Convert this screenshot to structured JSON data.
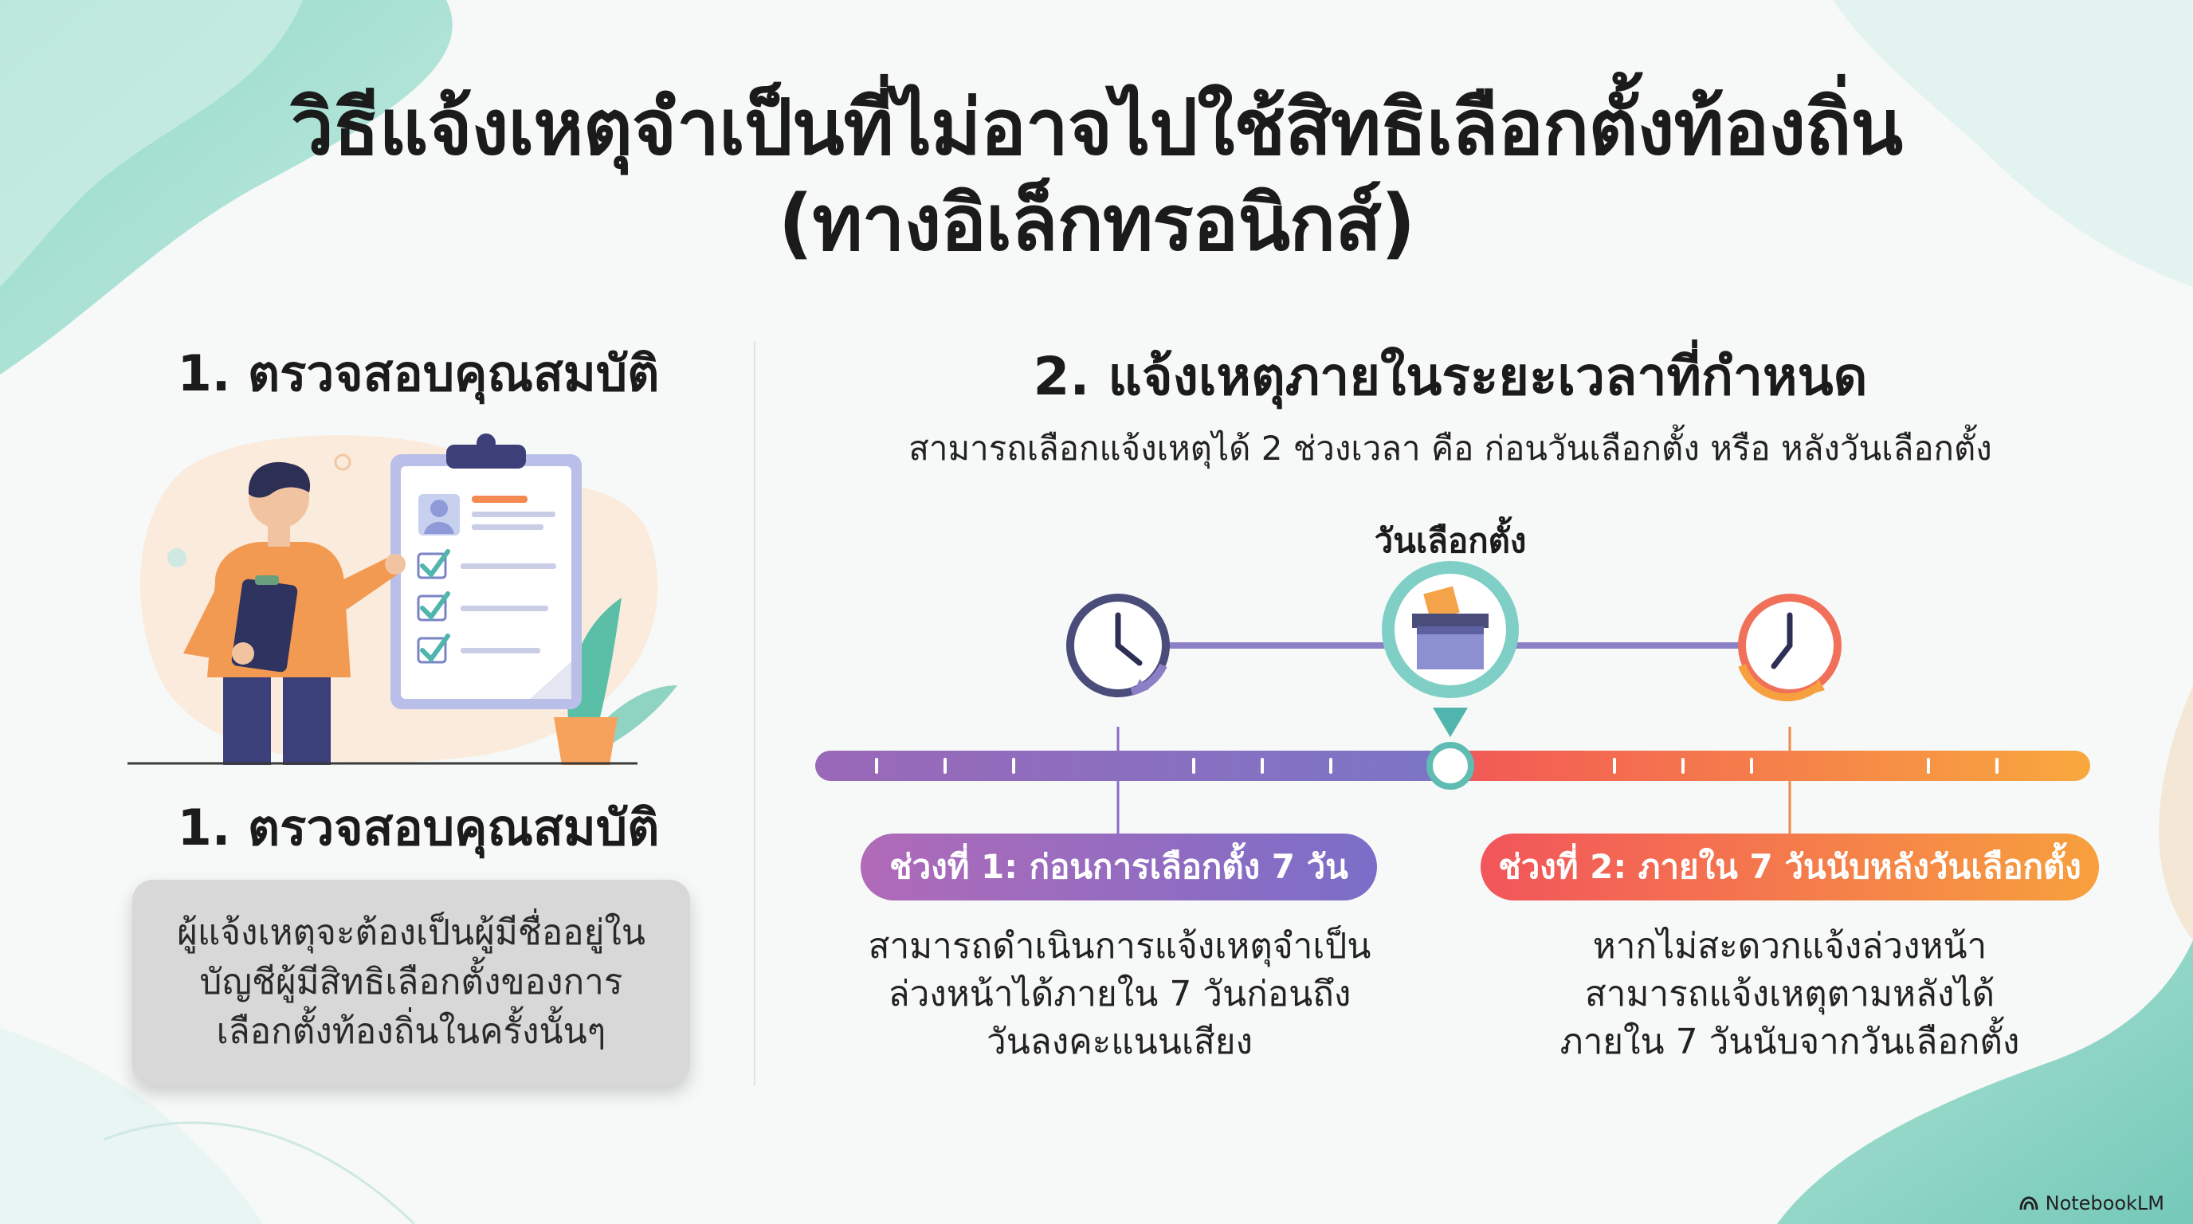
{
  "title": {
    "line1": "วิธีแจ้งเหตุจำเป็นที่ไม่อาจไปใช้สิทธิเลือกตั้งท้องถิ่น",
    "line2": "(ทางอิเล็กทรอนิกส์)"
  },
  "left": {
    "heading_top": "1. ตรวจสอบคุณสมบัติ",
    "heading_bottom": "1. ตรวจสอบคุณสมบัติ",
    "info_lines": [
      "ผู้แจ้งเหตุจะต้องเป็นผู้มีชื่ออยู่ใน",
      "บัญชีผู้มีสิทธิเลือกตั้งของการ",
      "เลือกตั้งท้องถิ่นในครั้งนั้นๆ"
    ]
  },
  "right": {
    "heading": "2. แจ้งเหตุภายในระยะเวลาที่กำหนด",
    "subtitle": "สามารถเลือกแจ้งเหตุได้ 2 ช่วงเวลา คือ ก่อนวันเลือกตั้ง หรือ หลังวันเลือกตั้ง",
    "election_day_label": "วันเลือกตั้ง",
    "period1": {
      "label": "ช่วงที่ 1: ก่อนการเลือกตั้ง 7 วัน",
      "desc_lines": [
        "สามารถดำเนินการแจ้งเหตุจำเป็น",
        "ล่วงหน้าได้ภายใน 7 วันก่อนถึง",
        "วันลงคะแนนเสียง"
      ]
    },
    "period2": {
      "label": "ช่วงที่ 2: ภายใน 7 วันนับหลังวันเลือกตั้ง",
      "desc_lines": [
        "หากไม่สะดวกแจ้งล่วงหน้า",
        "สามารถแจ้งเหตุตามหลังได้",
        "ภายใน 7 วันนับจากวันเลือกตั้ง"
      ]
    }
  },
  "icons": {
    "clock_before": "clock-rewind-icon",
    "ballot_box": "ballot-box-icon",
    "clock_after": "clock-forward-icon",
    "clipboard": "clipboard-checklist-icon",
    "brand_logo": "notebooklm-logo-icon"
  },
  "colors": {
    "before_period": "#8a6cc4",
    "after_period": "#f5874a",
    "election_marker": "#4fb5ad",
    "info_box": "#d8d8d8"
  },
  "brand": "NotebookLM"
}
